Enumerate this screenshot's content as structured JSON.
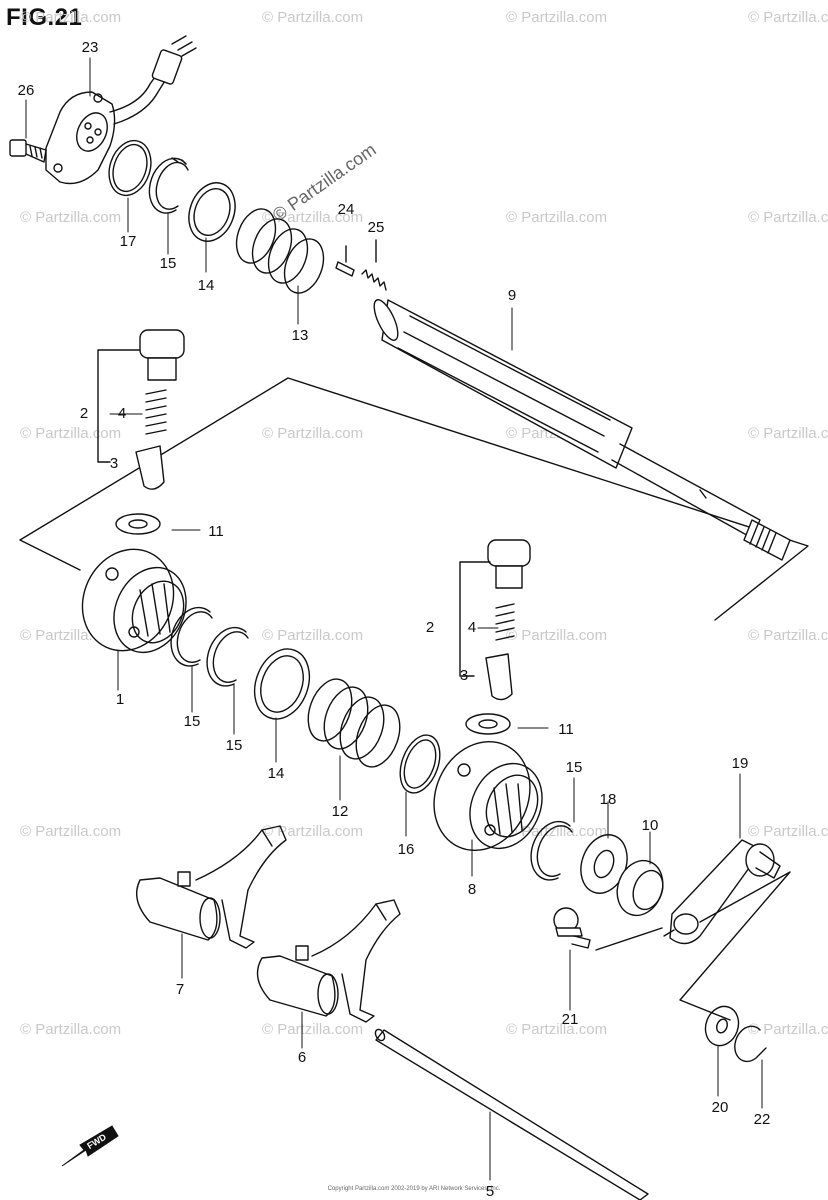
{
  "figure": {
    "title": "FIG.21",
    "watermark": "© Partzilla.com",
    "watermark_diagonal": "© Partzilla.com",
    "fwd_label": "FWD",
    "copyright": "Copyright Partzilla.com 2002-2019 by ARI Network Services, Inc.",
    "callouts": [
      {
        "id": "c23",
        "label": "23"
      },
      {
        "id": "c26",
        "label": "26"
      },
      {
        "id": "c17",
        "label": "17"
      },
      {
        "id": "c15a",
        "label": "15"
      },
      {
        "id": "c14a",
        "label": "14"
      },
      {
        "id": "c13",
        "label": "13"
      },
      {
        "id": "c24",
        "label": "24"
      },
      {
        "id": "c25",
        "label": "25"
      },
      {
        "id": "c9",
        "label": "9"
      },
      {
        "id": "c2a",
        "label": "2"
      },
      {
        "id": "c4a",
        "label": "4"
      },
      {
        "id": "c3a",
        "label": "3"
      },
      {
        "id": "c11a",
        "label": "11"
      },
      {
        "id": "c2b",
        "label": "2"
      },
      {
        "id": "c4b",
        "label": "4"
      },
      {
        "id": "c3b",
        "label": "3"
      },
      {
        "id": "c11b",
        "label": "11"
      },
      {
        "id": "c1",
        "label": "1"
      },
      {
        "id": "c15b",
        "label": "15"
      },
      {
        "id": "c15c",
        "label": "15"
      },
      {
        "id": "c14b",
        "label": "14"
      },
      {
        "id": "c12",
        "label": "12"
      },
      {
        "id": "c16",
        "label": "16"
      },
      {
        "id": "c8",
        "label": "8"
      },
      {
        "id": "c15d",
        "label": "15"
      },
      {
        "id": "c18",
        "label": "18"
      },
      {
        "id": "c10",
        "label": "10"
      },
      {
        "id": "c19",
        "label": "19"
      },
      {
        "id": "c7",
        "label": "7"
      },
      {
        "id": "c6",
        "label": "6"
      },
      {
        "id": "c21",
        "label": "21"
      },
      {
        "id": "c20",
        "label": "20"
      },
      {
        "id": "c22",
        "label": "22"
      },
      {
        "id": "c5",
        "label": "5"
      }
    ]
  }
}
